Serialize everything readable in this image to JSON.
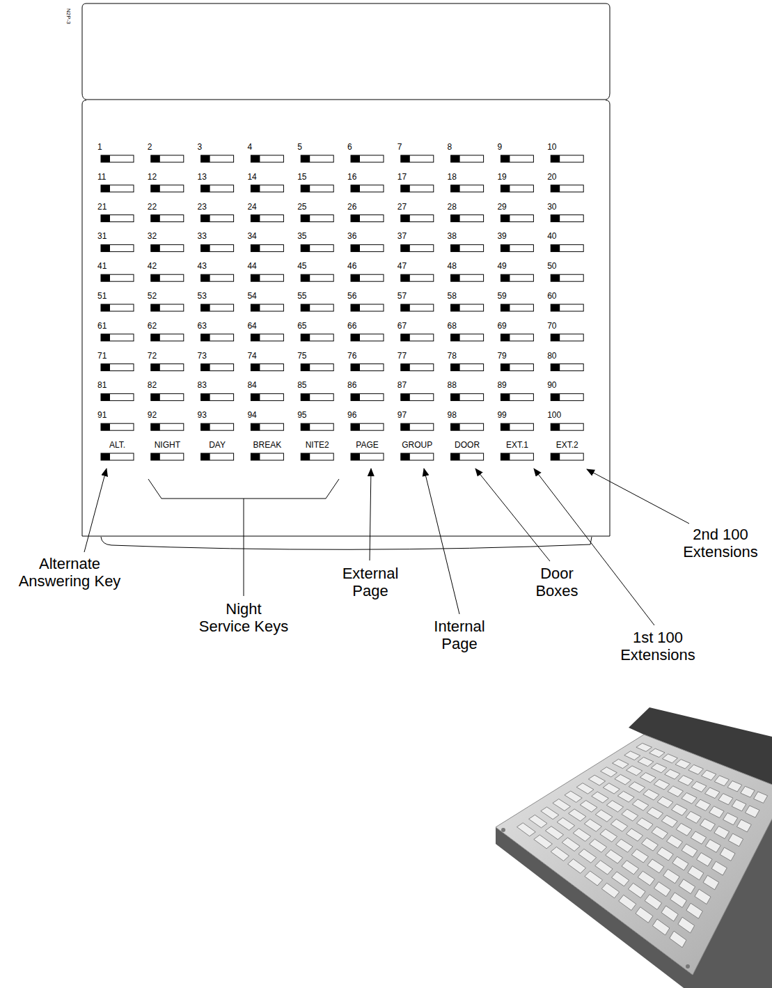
{
  "diagram": {
    "labels": [
      "N2P-3",
      "1",
      "2",
      "3",
      "4",
      "5",
      "6",
      "7",
      "8",
      "9",
      "10",
      "11",
      "12",
      "13",
      "14",
      "15",
      "16",
      "17",
      "18",
      "19",
      "20",
      "21",
      "22",
      "23",
      "24",
      "25",
      "26",
      "27",
      "28",
      "29",
      "30",
      "31",
      "32",
      "33",
      "34",
      "35",
      "36",
      "37",
      "38",
      "39",
      "40",
      "41",
      "42",
      "43",
      "44",
      "45",
      "46",
      "47",
      "48",
      "49",
      "50",
      "51",
      "52",
      "53",
      "54",
      "55",
      "56",
      "57",
      "58",
      "59",
      "60",
      "61",
      "62",
      "63",
      "64",
      "65",
      "66",
      "67",
      "68",
      "69",
      "70",
      "71",
      "72",
      "73",
      "74",
      "75",
      "76",
      "77",
      "78",
      "79",
      "80",
      "81",
      "82",
      "83",
      "84",
      "85",
      "86",
      "87",
      "88",
      "89",
      "90",
      "91",
      "92",
      "93",
      "94",
      "95",
      "96",
      "97",
      "98",
      "99",
      "100",
      "ALT.",
      "NIGHT",
      "DAY",
      "BREAK",
      "NITE2",
      "PAGE",
      "GROUP",
      "DOOR",
      "EXT.1",
      "EXT.2",
      "2nd 100 Extensions",
      "Alternate Answering Key",
      "External Page",
      "Door Boxes",
      "Night Service Keys",
      "Internal Page",
      "1st 100 Extensions"
    ]
  }
}
